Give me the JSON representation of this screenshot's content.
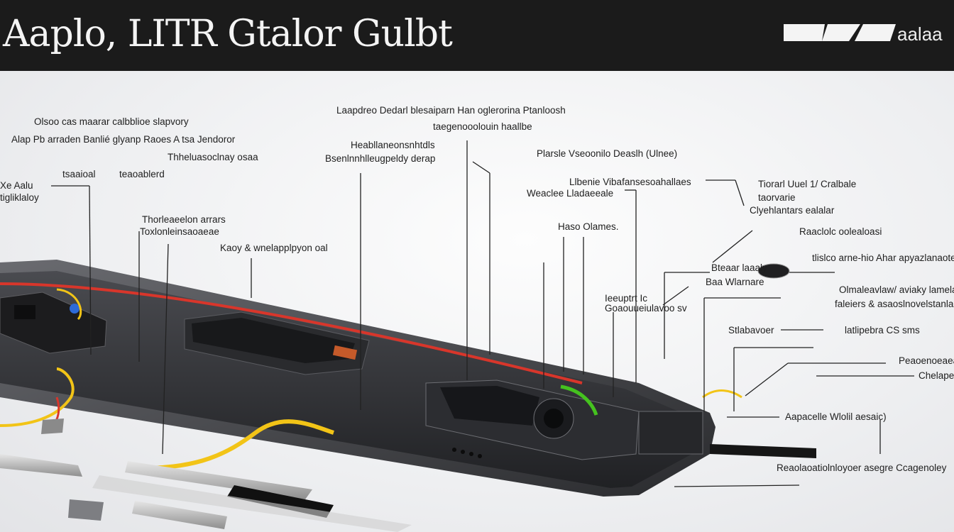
{
  "header": {
    "title": "Aaplo, LITR Gtalor Gulbt",
    "logo_text": "aalaa",
    "logo_icon": "brand-logo-mark-icon"
  },
  "labels": {
    "l1": "Olsoo cas maarar  calbblioe slapvory",
    "l2": "Alap Pb arraden Banlié glyanp Raoes A tsa Jendoror",
    "l3": "Thheluasoclnay osaa",
    "l4": "tsaaioal",
    "l5": "teaoablerd",
    "l6": "Xe Aalu",
    "l7": "tigliklaloy",
    "l8": "Thorleaeelon arrars",
    "l9": "Toxlonleinsaoaeae",
    "l10": "Kaoy & wnelapplpyon oal",
    "l11": "Laapdreo Dedarl blesaiparn Han oglerorina Ptanloosh",
    "l12": "taegenooolouin haallbe",
    "l13": "Heabllaneonsnhtdls",
    "l14": "Bsenlnnhlleugpeldy derap",
    "l15": "Plarsle Vseoonilo Deaslh (Ulnee)",
    "l16": "Llbenie Vibafansesoahallaes",
    "l17": "Weaclee  Lladaeeale",
    "l18": "Tiorarl Uuel 1/ Cralbale",
    "l19": "taorvarie",
    "l20": "Clyehlantars ealalar",
    "l21": "Raaclolc oolealoasi",
    "l22": "Haso Olames.",
    "l23": "Bteaar laaaly",
    "l24": "Baa Wlarnare",
    "l25": "tlislco arne-hio Ahar apyazlanaotels",
    "l26": "Olmaleavlaw/ aviaky lamelaa",
    "l27": "faleiers & asaoslnovelstanlarran",
    "l28": "Ieeuptrt Ic",
    "l29": "Goaouueiulavoo sv",
    "l30": "Stlabavoer",
    "l31": "latlipebra CS sms",
    "l32": "Peaoenoeaeaa",
    "l33": "Chelapeal",
    "l34": "Aapacelle Wlolil aesaic)",
    "l35": "Reaolaoatiolnloyoer asegre Ccagenoley"
  },
  "colors": {
    "header_bg": "#1b1b1b",
    "phone_body": "#3a3b3f",
    "red_wire": "#d8362b",
    "yellow_wire": "#f2c417",
    "green_wire": "#45c21f",
    "leader": "#222222"
  }
}
